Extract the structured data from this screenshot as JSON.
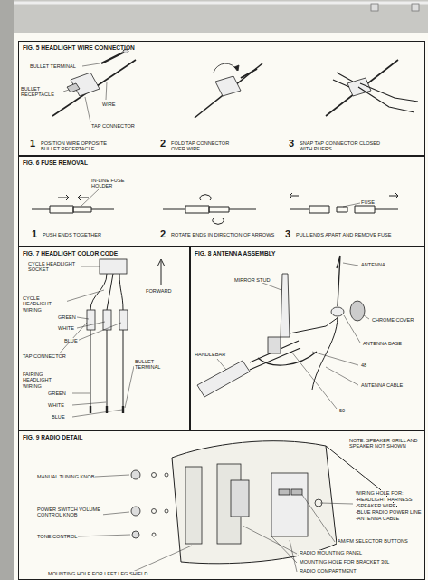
{
  "diagram": {
    "nodes": [
      {
        "text": [
          "FIG. 5 HEADLIGHT WIRE CONNECTION"
        ]
      },
      {
        "text": [
          "FIG. 6 FUSE REMOVAL"
        ]
      },
      {
        "text": [
          "FIG. 7 HEADLIGHT COLOR CODE"
        ]
      },
      {
        "text": [
          "FIG. 8 ANTENNA ASSEMBLY"
        ]
      },
      {
        "text": [
          "FIG. 9 RADIO DETAIL"
        ]
      }
    ],
    "labels": [
      "BULLET TERMINAL",
      "BULLET RECEPTACLE",
      "WIRE",
      "TAP CONNECTOR",
      "1",
      "POSITION WIRE OPPOSITE BULLET RECEPTACLE",
      "2",
      "FOLD TAP CONNECTOR OVER WIRE",
      "3",
      "SNAP TAP CONNECTOR CLOSED WITH PLIERS",
      "IN-LINE FUSE HOLDER",
      "1",
      "PUSH ENDS TOGETHER",
      "2",
      "ROTATE ENDS IN DIRECTION OF ARROWS",
      "FUSE",
      "3",
      "PULL ENDS APART AND REMOVE FUSE",
      "CYCLE HEADLIGHT SOCKET",
      "CYCLE HEADLIGHT WIRING",
      "GREEN",
      "WHITE",
      "BLUE",
      "FORWARD",
      "TAP CONNECTOR",
      "FAIRING HEADLIGHT WIRING",
      "GREEN",
      "WHITE",
      "BLUE",
      "BULLET TERMINAL",
      "ANTENNA",
      "MIRROR STUD",
      "CHROME COVER",
      "ANTENNA BASE",
      "48",
      "ANTENNA CABLE",
      "50",
      "HANDLEBAR",
      "NOTE: SPEAKER GRILL AND SPEAKER NOT SHOWN",
      "MANUAL TUNING KNOB",
      "POWER SWITCH VOLUME CONTROL KNOB",
      "TONE CONTROL",
      "WIRING HOLE FOR:",
      "-HEADLIGHT HARNESS",
      "-SPEAKER WIRE",
      "-BLUE RADIO POWER LINE",
      "-ANTENNA CABLE",
      "AM/FM SELECTOR BUTTONS",
      "RADIO MOUNTING PANEL",
      "MOUNTING HOLE FOR BRACKET 30L",
      "RADIO COMPARTMENT",
      "MOUNTING HOLE FOR LEFT LEG SHIELD"
    ]
  }
}
